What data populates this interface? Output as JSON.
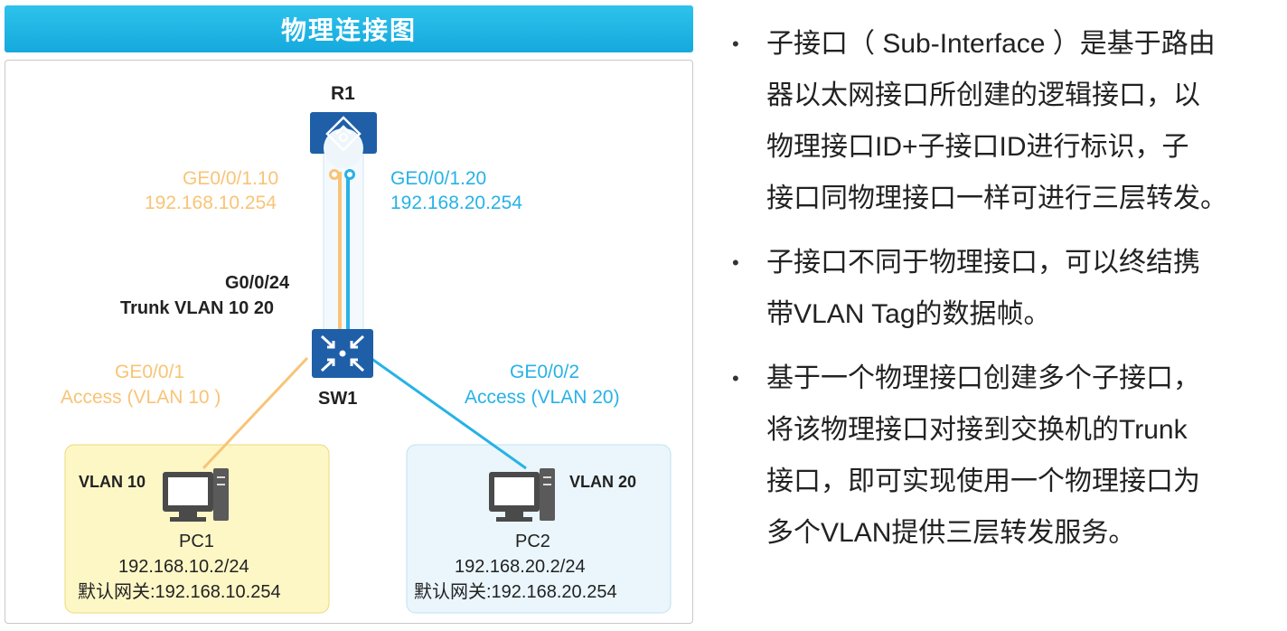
{
  "diagram": {
    "title": "物理连接图",
    "router": {
      "name": "R1",
      "sub1": {
        "interface": "GE0/0/1.10",
        "ip": "192.168.10.254"
      },
      "sub2": {
        "interface": "GE0/0/1.20",
        "ip": "192.168.20.254"
      }
    },
    "trunk": {
      "port": "G0/0/24",
      "mode": "Trunk VLAN 10 20"
    },
    "switch": {
      "name": "SW1"
    },
    "link_pc1": {
      "port": "GE0/0/1",
      "mode": "Access (VLAN 10 )"
    },
    "link_pc2": {
      "port": "GE0/0/2",
      "mode": "Access (VLAN 20)"
    },
    "pc1": {
      "vlan": "VLAN 10",
      "name": "PC1",
      "ip": "192.168.10.2/24",
      "gateway": "默认网关:192.168.10.254"
    },
    "pc2": {
      "vlan": "VLAN 20",
      "name": "PC2",
      "ip": "192.168.20.2/24",
      "gateway": "默认网关:192.168.20.254"
    },
    "colors": {
      "vlan10": "#f8c477",
      "vlan20": "#27b2e6",
      "device": "#1e5fa8",
      "title_bg": "#1eb3e6",
      "vlan10_area": "#fdf7c6",
      "vlan20_area": "#eaf6fc"
    }
  },
  "bullets": [
    {
      "line1": "子接口（ Sub-Interface ）是基于路由",
      "line2": "器以太网接口所创建的逻辑接口，以",
      "line3": "物理接口ID+子接口ID进行标识，子",
      "line4": "接口同物理接口一样可进行三层转发。"
    },
    {
      "line1": "子接口不同于物理接口，可以终结携",
      "line2": "带VLAN Tag的数据帧。"
    },
    {
      "line1": "基于一个物理接口创建多个子接口，",
      "line2": "将该物理接口对接到交换机的Trunk",
      "line3": "接口，即可实现使用一个物理接口为",
      "line4": "多个VLAN提供三层转发服务。"
    }
  ]
}
